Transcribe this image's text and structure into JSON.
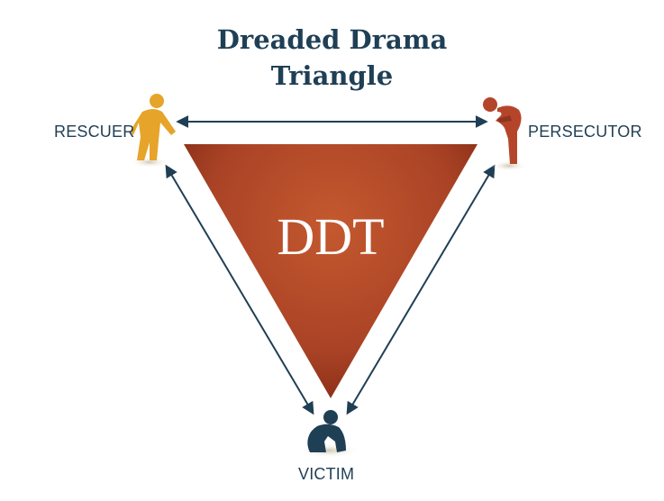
{
  "title": {
    "line1": "Dreaded Drama",
    "line2": "Triangle"
  },
  "center_label": "DDT",
  "roles": {
    "rescuer": {
      "label": "RESCUER",
      "color": "#e6a42a",
      "icon": "rescuer-figure-icon"
    },
    "persecutor": {
      "label": "PERSECUTOR",
      "color": "#b5452a",
      "icon": "persecutor-figure-icon"
    },
    "victim": {
      "label": "VICTIM",
      "color": "#1f3f55",
      "icon": "victim-figure-icon"
    }
  },
  "colors": {
    "title": "#1f3f55",
    "arrows": "#1f3f55",
    "triangle_center": "#c0532e",
    "triangle_edge": "#7a2410"
  }
}
